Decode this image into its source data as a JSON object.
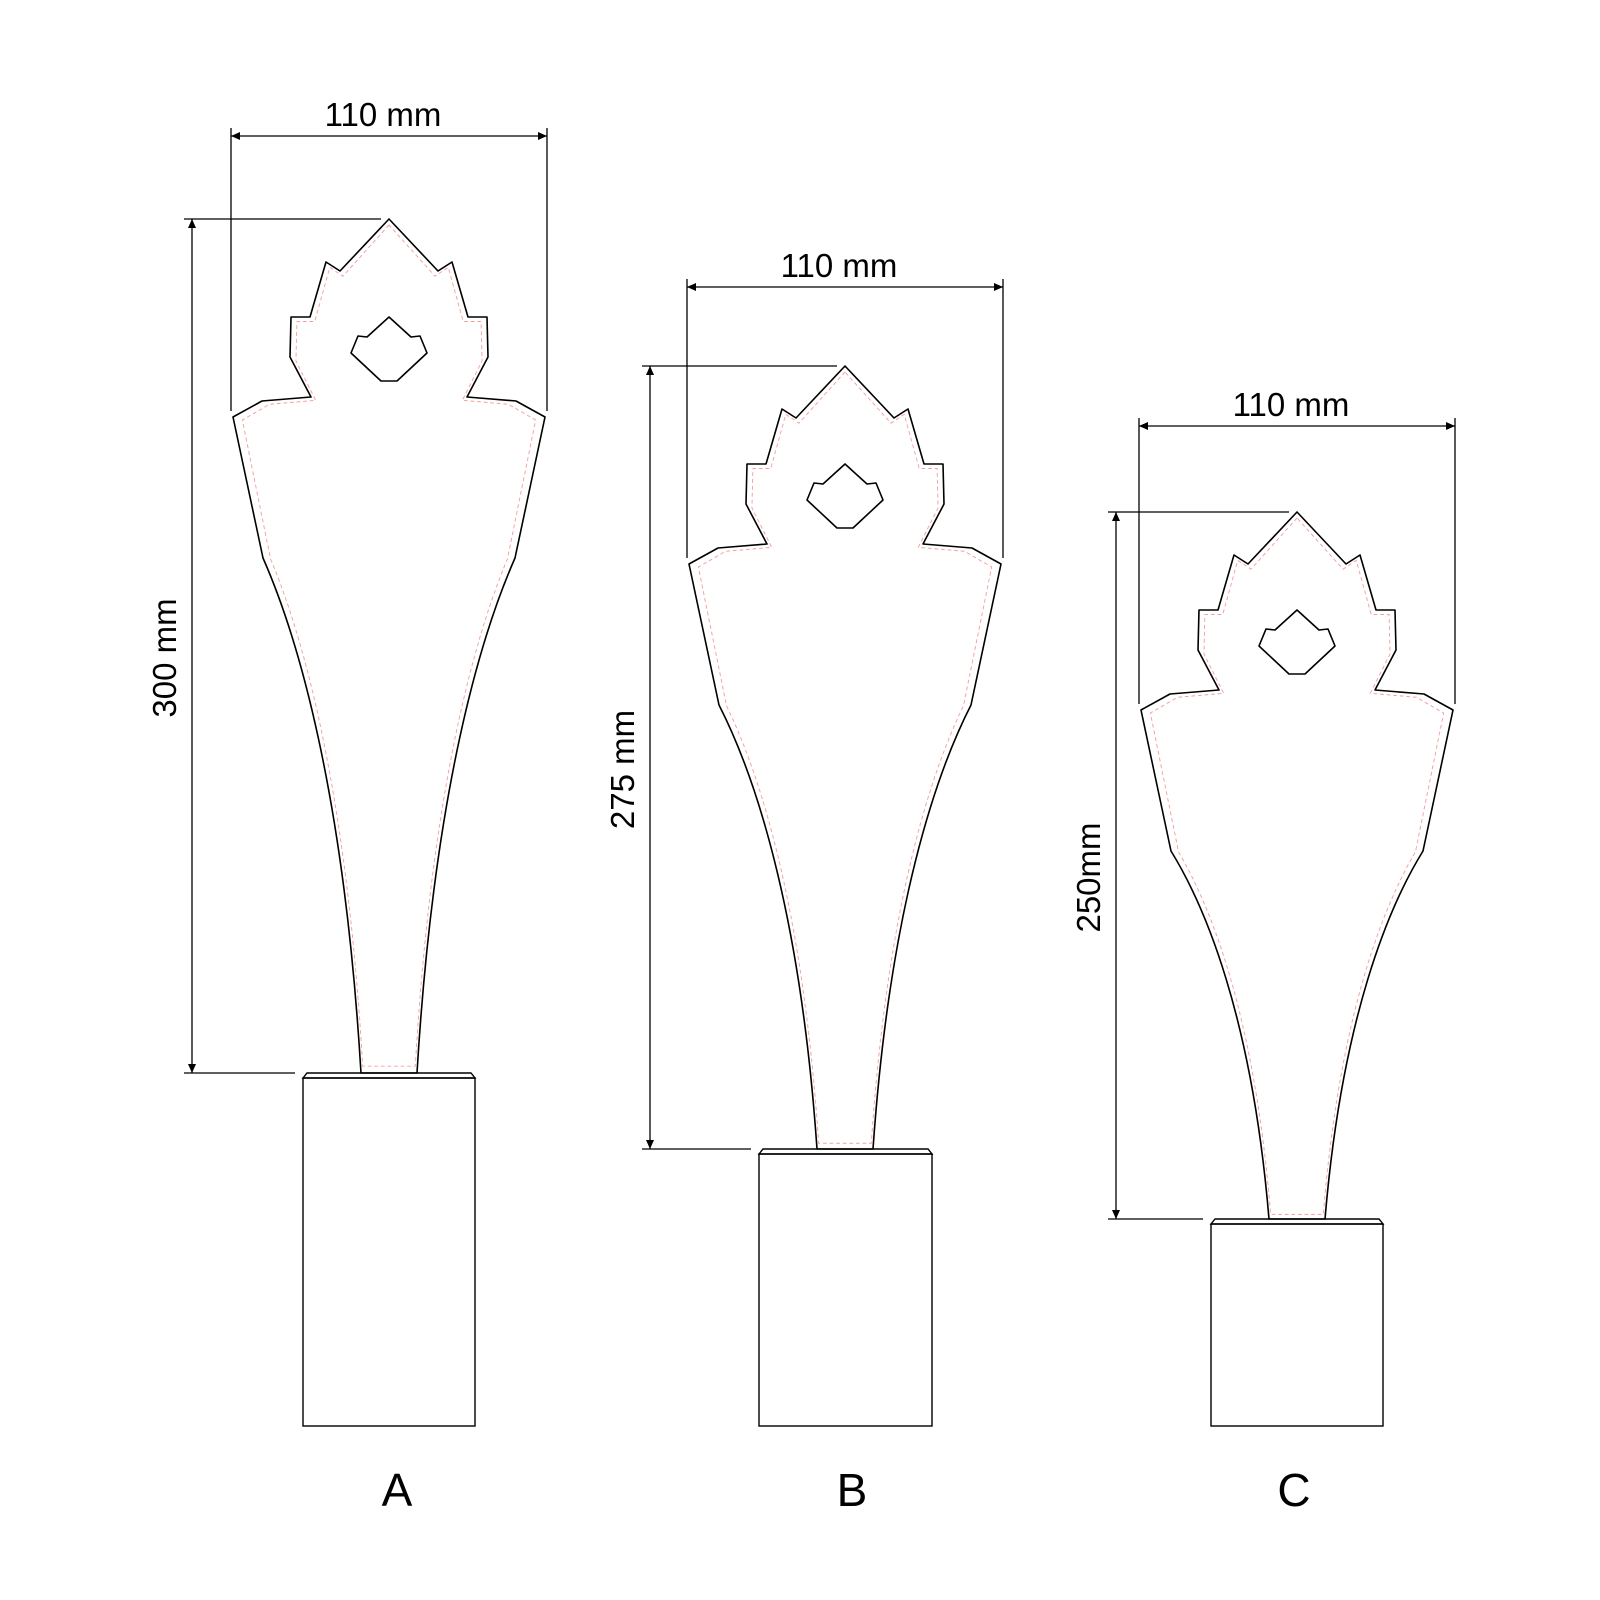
{
  "trophies": [
    {
      "id": "A",
      "label": "A",
      "width_label": "110 mm",
      "height_label": "300 mm",
      "width_mm": 110,
      "height_mm": 300
    },
    {
      "id": "B",
      "label": "B",
      "width_label": "110 mm",
      "height_label": "275 mm",
      "width_mm": 110,
      "height_mm": 275
    },
    {
      "id": "C",
      "label": "C",
      "width_label": "110 mm",
      "height_label": "250mm",
      "width_mm": 110,
      "height_mm": 250
    }
  ],
  "colors": {
    "outline": "#000000",
    "cut_line": "#f4a0a0"
  }
}
